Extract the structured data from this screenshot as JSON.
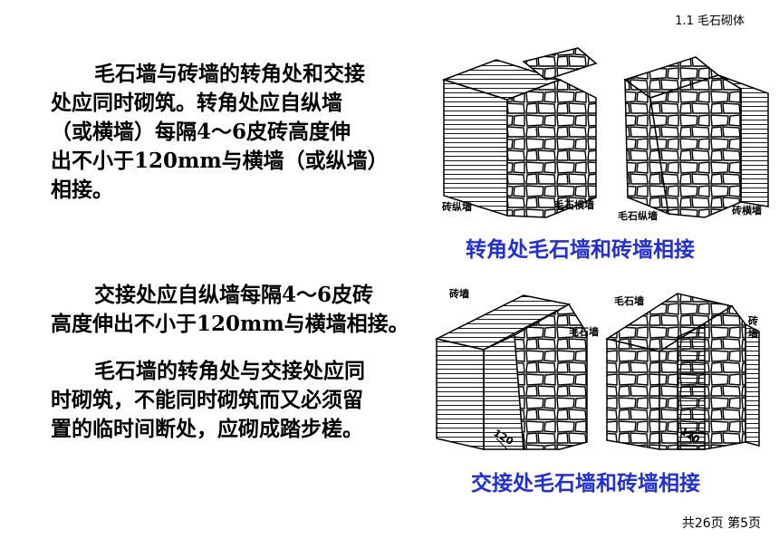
{
  "header": {
    "section": "1.1  毛石砌体"
  },
  "paragraphs": {
    "p1": [
      "毛石墙与砖墙的转角处和交接",
      "处应同时砌筑。转角处应自纵墙",
      "（或横墙）每隔4～6皮砖高度伸",
      "出不小于120mm与横墙（或纵墙）",
      "相接。"
    ],
    "p2": [
      "交接处应自纵墙每隔4～6皮砖",
      "高度伸出不小于120mm与横墙相接。"
    ],
    "p3": [
      "毛石墙的转角处与交接处应同",
      "时砌筑，不能同时砌筑而又必须留",
      "置的临时间断处，应砌成踏步槎。"
    ]
  },
  "figure_top": {
    "labels": {
      "brick_longitudinal": "砖纵墙",
      "rubble_transverse": "毛石横墙",
      "rubble_longitudinal": "毛石纵墙",
      "brick_transverse": "砖横墙"
    },
    "caption": "转角处毛石墙和砖墙相接"
  },
  "figure_bottom": {
    "labels": {
      "brick_wall": "砖墙",
      "rubble_wall_left": "毛石墙",
      "rubble_wall_right": "毛石墙",
      "brick_wall_right_1": "砖",
      "brick_wall_right_2": "墙",
      "dim_left": "120",
      "dim_right": "120"
    },
    "caption": "交接处毛石墙和砖墙相接"
  },
  "footer": {
    "pages": "共26页  第5页"
  }
}
